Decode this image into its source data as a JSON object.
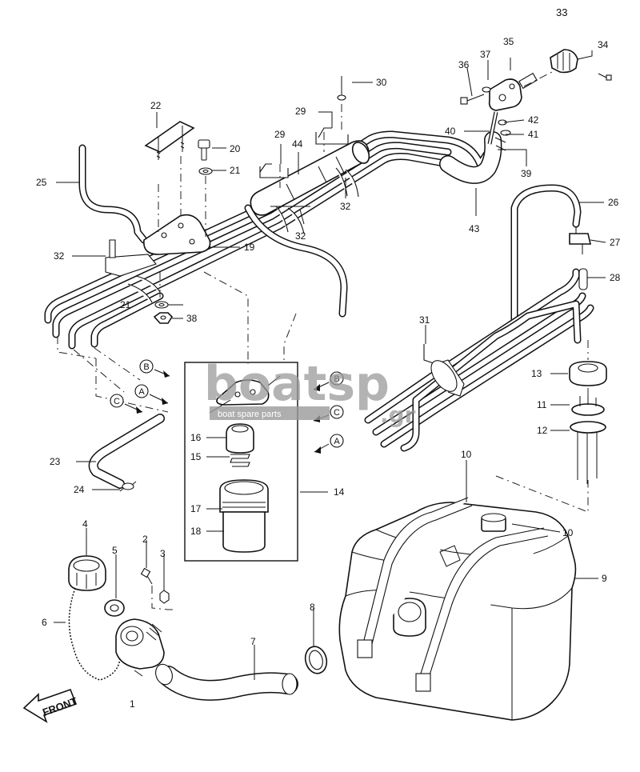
{
  "diagram": {
    "page_number": "33",
    "front_label": "FRONT",
    "watermark": {
      "brand": "boatsp",
      "tld": ".gr",
      "tagline": "boat spare parts"
    },
    "callouts": [
      {
        "id": "c1",
        "text": "1"
      },
      {
        "id": "c2",
        "text": "2"
      },
      {
        "id": "c3",
        "text": "3"
      },
      {
        "id": "c4",
        "text": "4"
      },
      {
        "id": "c5",
        "text": "5"
      },
      {
        "id": "c6",
        "text": "6"
      },
      {
        "id": "c7",
        "text": "7"
      },
      {
        "id": "c8",
        "text": "8"
      },
      {
        "id": "c9",
        "text": "9"
      },
      {
        "id": "c10a",
        "text": "10"
      },
      {
        "id": "c10b",
        "text": "10"
      },
      {
        "id": "c11",
        "text": "11"
      },
      {
        "id": "c12",
        "text": "12"
      },
      {
        "id": "c13",
        "text": "13"
      },
      {
        "id": "c14",
        "text": "14"
      },
      {
        "id": "c15",
        "text": "15"
      },
      {
        "id": "c16",
        "text": "16"
      },
      {
        "id": "c17",
        "text": "17"
      },
      {
        "id": "c18",
        "text": "18"
      },
      {
        "id": "c19",
        "text": "19"
      },
      {
        "id": "c20",
        "text": "20"
      },
      {
        "id": "c21a",
        "text": "21"
      },
      {
        "id": "c21b",
        "text": "21"
      },
      {
        "id": "c22",
        "text": "22"
      },
      {
        "id": "c23",
        "text": "23"
      },
      {
        "id": "c24",
        "text": "24"
      },
      {
        "id": "c25",
        "text": "25"
      },
      {
        "id": "c26",
        "text": "26"
      },
      {
        "id": "c27",
        "text": "27"
      },
      {
        "id": "c28",
        "text": "28"
      },
      {
        "id": "c29a",
        "text": "29"
      },
      {
        "id": "c29b",
        "text": "29"
      },
      {
        "id": "c30",
        "text": "30"
      },
      {
        "id": "c31",
        "text": "31"
      },
      {
        "id": "c32a",
        "text": "32"
      },
      {
        "id": "c32b",
        "text": "32"
      },
      {
        "id": "c32c",
        "text": "32"
      },
      {
        "id": "c34",
        "text": "34"
      },
      {
        "id": "c35",
        "text": "35"
      },
      {
        "id": "c36",
        "text": "36"
      },
      {
        "id": "c37",
        "text": "37"
      },
      {
        "id": "c38",
        "text": "38"
      },
      {
        "id": "c39",
        "text": "39"
      },
      {
        "id": "c40",
        "text": "40"
      },
      {
        "id": "c41",
        "text": "41"
      },
      {
        "id": "c42",
        "text": "42"
      },
      {
        "id": "c43",
        "text": "43"
      },
      {
        "id": "c44",
        "text": "44"
      }
    ],
    "connectors": [
      {
        "id": "lA",
        "text": "A"
      },
      {
        "id": "lB",
        "text": "B"
      },
      {
        "id": "lC",
        "text": "C"
      },
      {
        "id": "rA",
        "text": "A"
      },
      {
        "id": "rB",
        "text": "B"
      },
      {
        "id": "rC",
        "text": "C"
      }
    ]
  }
}
